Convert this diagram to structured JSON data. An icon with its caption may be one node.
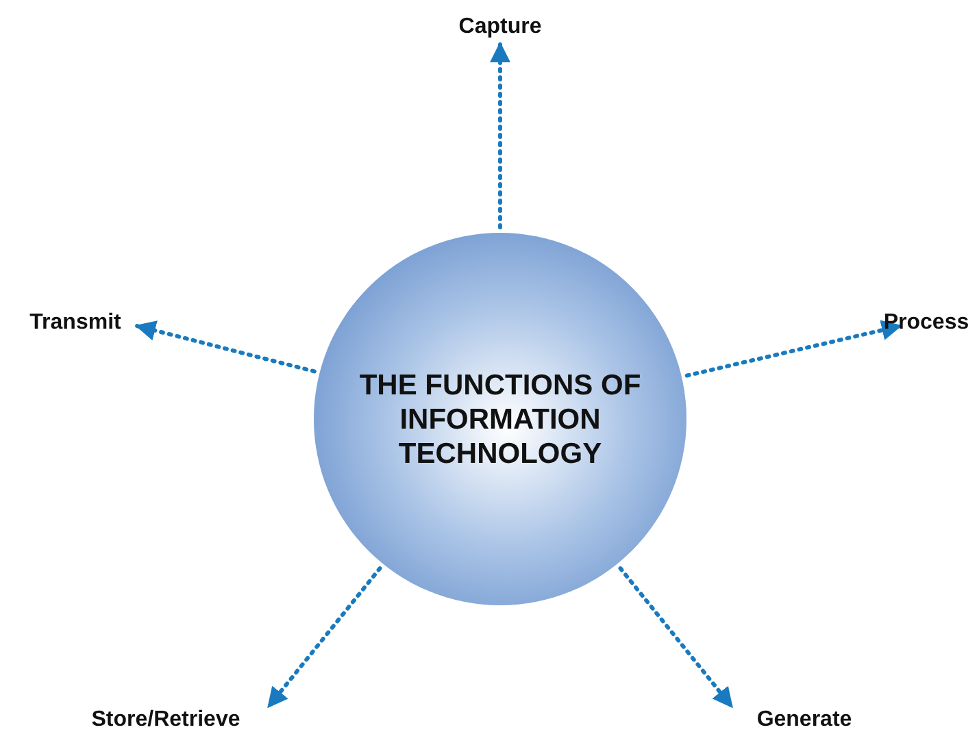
{
  "diagram": {
    "nodes": [
      {
        "text": [
          "THE FUNCTIONS OF INFORMATION TECHNOLOGY"
        ]
      },
      {
        "text": [
          "Capture"
        ]
      },
      {
        "text": [
          "Transmit"
        ]
      },
      {
        "text": [
          "Process"
        ]
      },
      {
        "text": [
          "Store/Retrieve"
        ]
      },
      {
        "text": [
          "Generate"
        ]
      }
    ],
    "edges": [
      {
        "from": 0,
        "to": 1,
        "arrow": "to",
        "style": "dashed"
      },
      {
        "from": 0,
        "to": 2,
        "arrow": "to",
        "style": "dashed"
      },
      {
        "from": 0,
        "to": 3,
        "arrow": "to",
        "style": "dashed"
      },
      {
        "from": 0,
        "to": 4,
        "arrow": "to",
        "style": "dashed"
      },
      {
        "from": 0,
        "to": 5,
        "arrow": "to",
        "style": "dashed"
      }
    ]
  }
}
